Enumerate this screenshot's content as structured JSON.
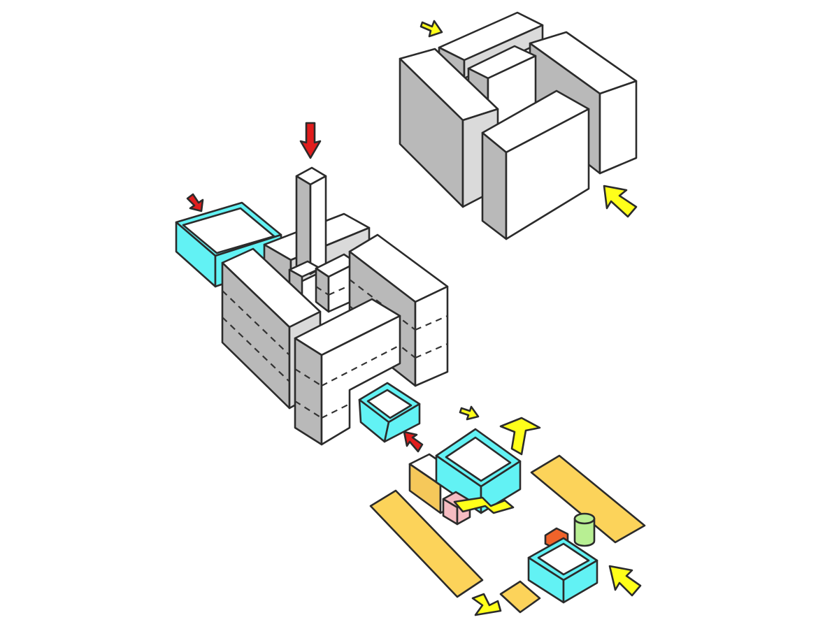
{
  "diagram": {
    "kind": "axonometric massing sketch",
    "palette": {
      "paper": "#ffffff",
      "ink": "#2b2b2b",
      "mass_light": "#ffffff",
      "mass_shade": "#b9b9b9",
      "mass_side": "#dadada",
      "open_volume": "#62f2f4",
      "ground_plane": "#fcd35a",
      "service_block": "#f5c85a",
      "pink_block": "#f5bcc2",
      "green_cylinder": "#b8ef93",
      "orange_block": "#f0632a",
      "arrow_red": "#e11d1d",
      "arrow_yellow": "#ffff1a"
    },
    "groups": [
      {
        "id": "enclosing-slabs",
        "label": ""
      },
      {
        "id": "stacked-massing",
        "label": ""
      },
      {
        "id": "program-pieces",
        "label": ""
      }
    ],
    "arrows": {
      "red_count": 3,
      "yellow_count": 6
    }
  }
}
